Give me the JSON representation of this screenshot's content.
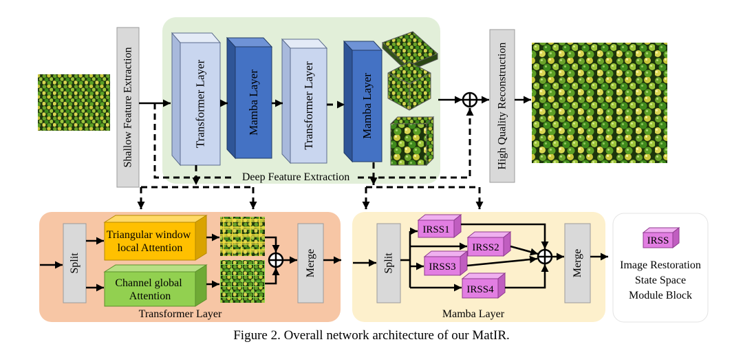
{
  "figure": {
    "shallow_label": "Shallow Feature Extraction",
    "deep_label": "Deep Feature Extraction",
    "deep_blocks": [
      "Transformer Layer",
      "Mamba Layer",
      "Transformer Layer",
      "Mamba Layer"
    ],
    "reconstruction_label": "High Quality Reconstruction",
    "caption": "Figure 2. Overall network architecture of our MatIR."
  },
  "transformer_layer": {
    "title": "Transformer Layer",
    "split": "Split",
    "local_attention": [
      "Triangular window",
      "local Attention"
    ],
    "global_attention": [
      "Channel global",
      "Attention"
    ],
    "merge": "Merge"
  },
  "mamba_layer": {
    "title": "Mamba Layer",
    "split": "Split",
    "modules": [
      "IRSS1",
      "IRSS2",
      "IRSS3",
      "IRSS4"
    ],
    "merge": "Merge"
  },
  "legend": {
    "module_label": "IRSS",
    "description": [
      "Image Restoration",
      "State Space",
      "Module Block"
    ]
  },
  "colors": {
    "deep_region": "#e2efd9",
    "transformer_block": "#c9d6ef",
    "mamba_block": "#4472c4",
    "transformer_panel": "#f7c6a5",
    "mamba_panel": "#fdf0cc",
    "local_attention": "#ffc000",
    "global_attention": "#92d050",
    "irss_module": "#e27ee2"
  }
}
